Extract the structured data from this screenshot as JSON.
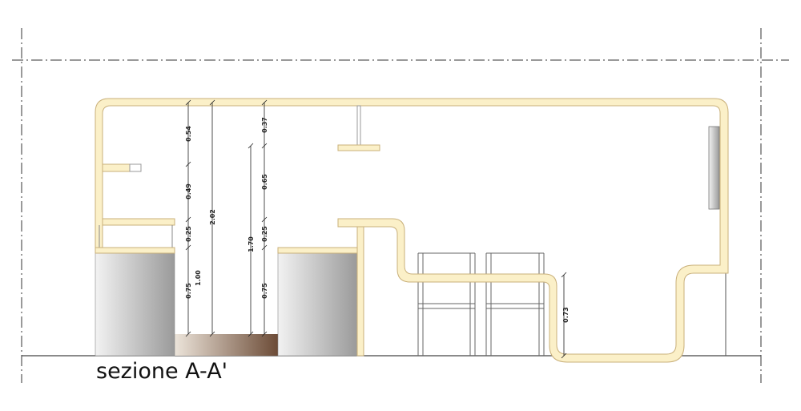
{
  "caption": "sezione A-A'",
  "dimensions": [
    {
      "label": "0.54"
    },
    {
      "label": "0.49"
    },
    {
      "label": "0.25"
    },
    {
      "label": "0.75"
    },
    {
      "label": "1.00"
    },
    {
      "label": "2.02"
    },
    {
      "label": "1.70"
    },
    {
      "label": "0.37"
    },
    {
      "label": "0.65"
    },
    {
      "label": "0.25"
    },
    {
      "label": "0.75"
    },
    {
      "label": "0.73"
    }
  ],
  "colors": {
    "wall_fill": "#fbf0c8",
    "wall_stroke": "#c9b07a",
    "axis_line": "#333333",
    "ground_line": "#444444",
    "block_light": "#f2f2f2",
    "block_dark": "#9a9a9a",
    "floor_dark": "#6b4a35",
    "floor_light": "#ece4da"
  }
}
